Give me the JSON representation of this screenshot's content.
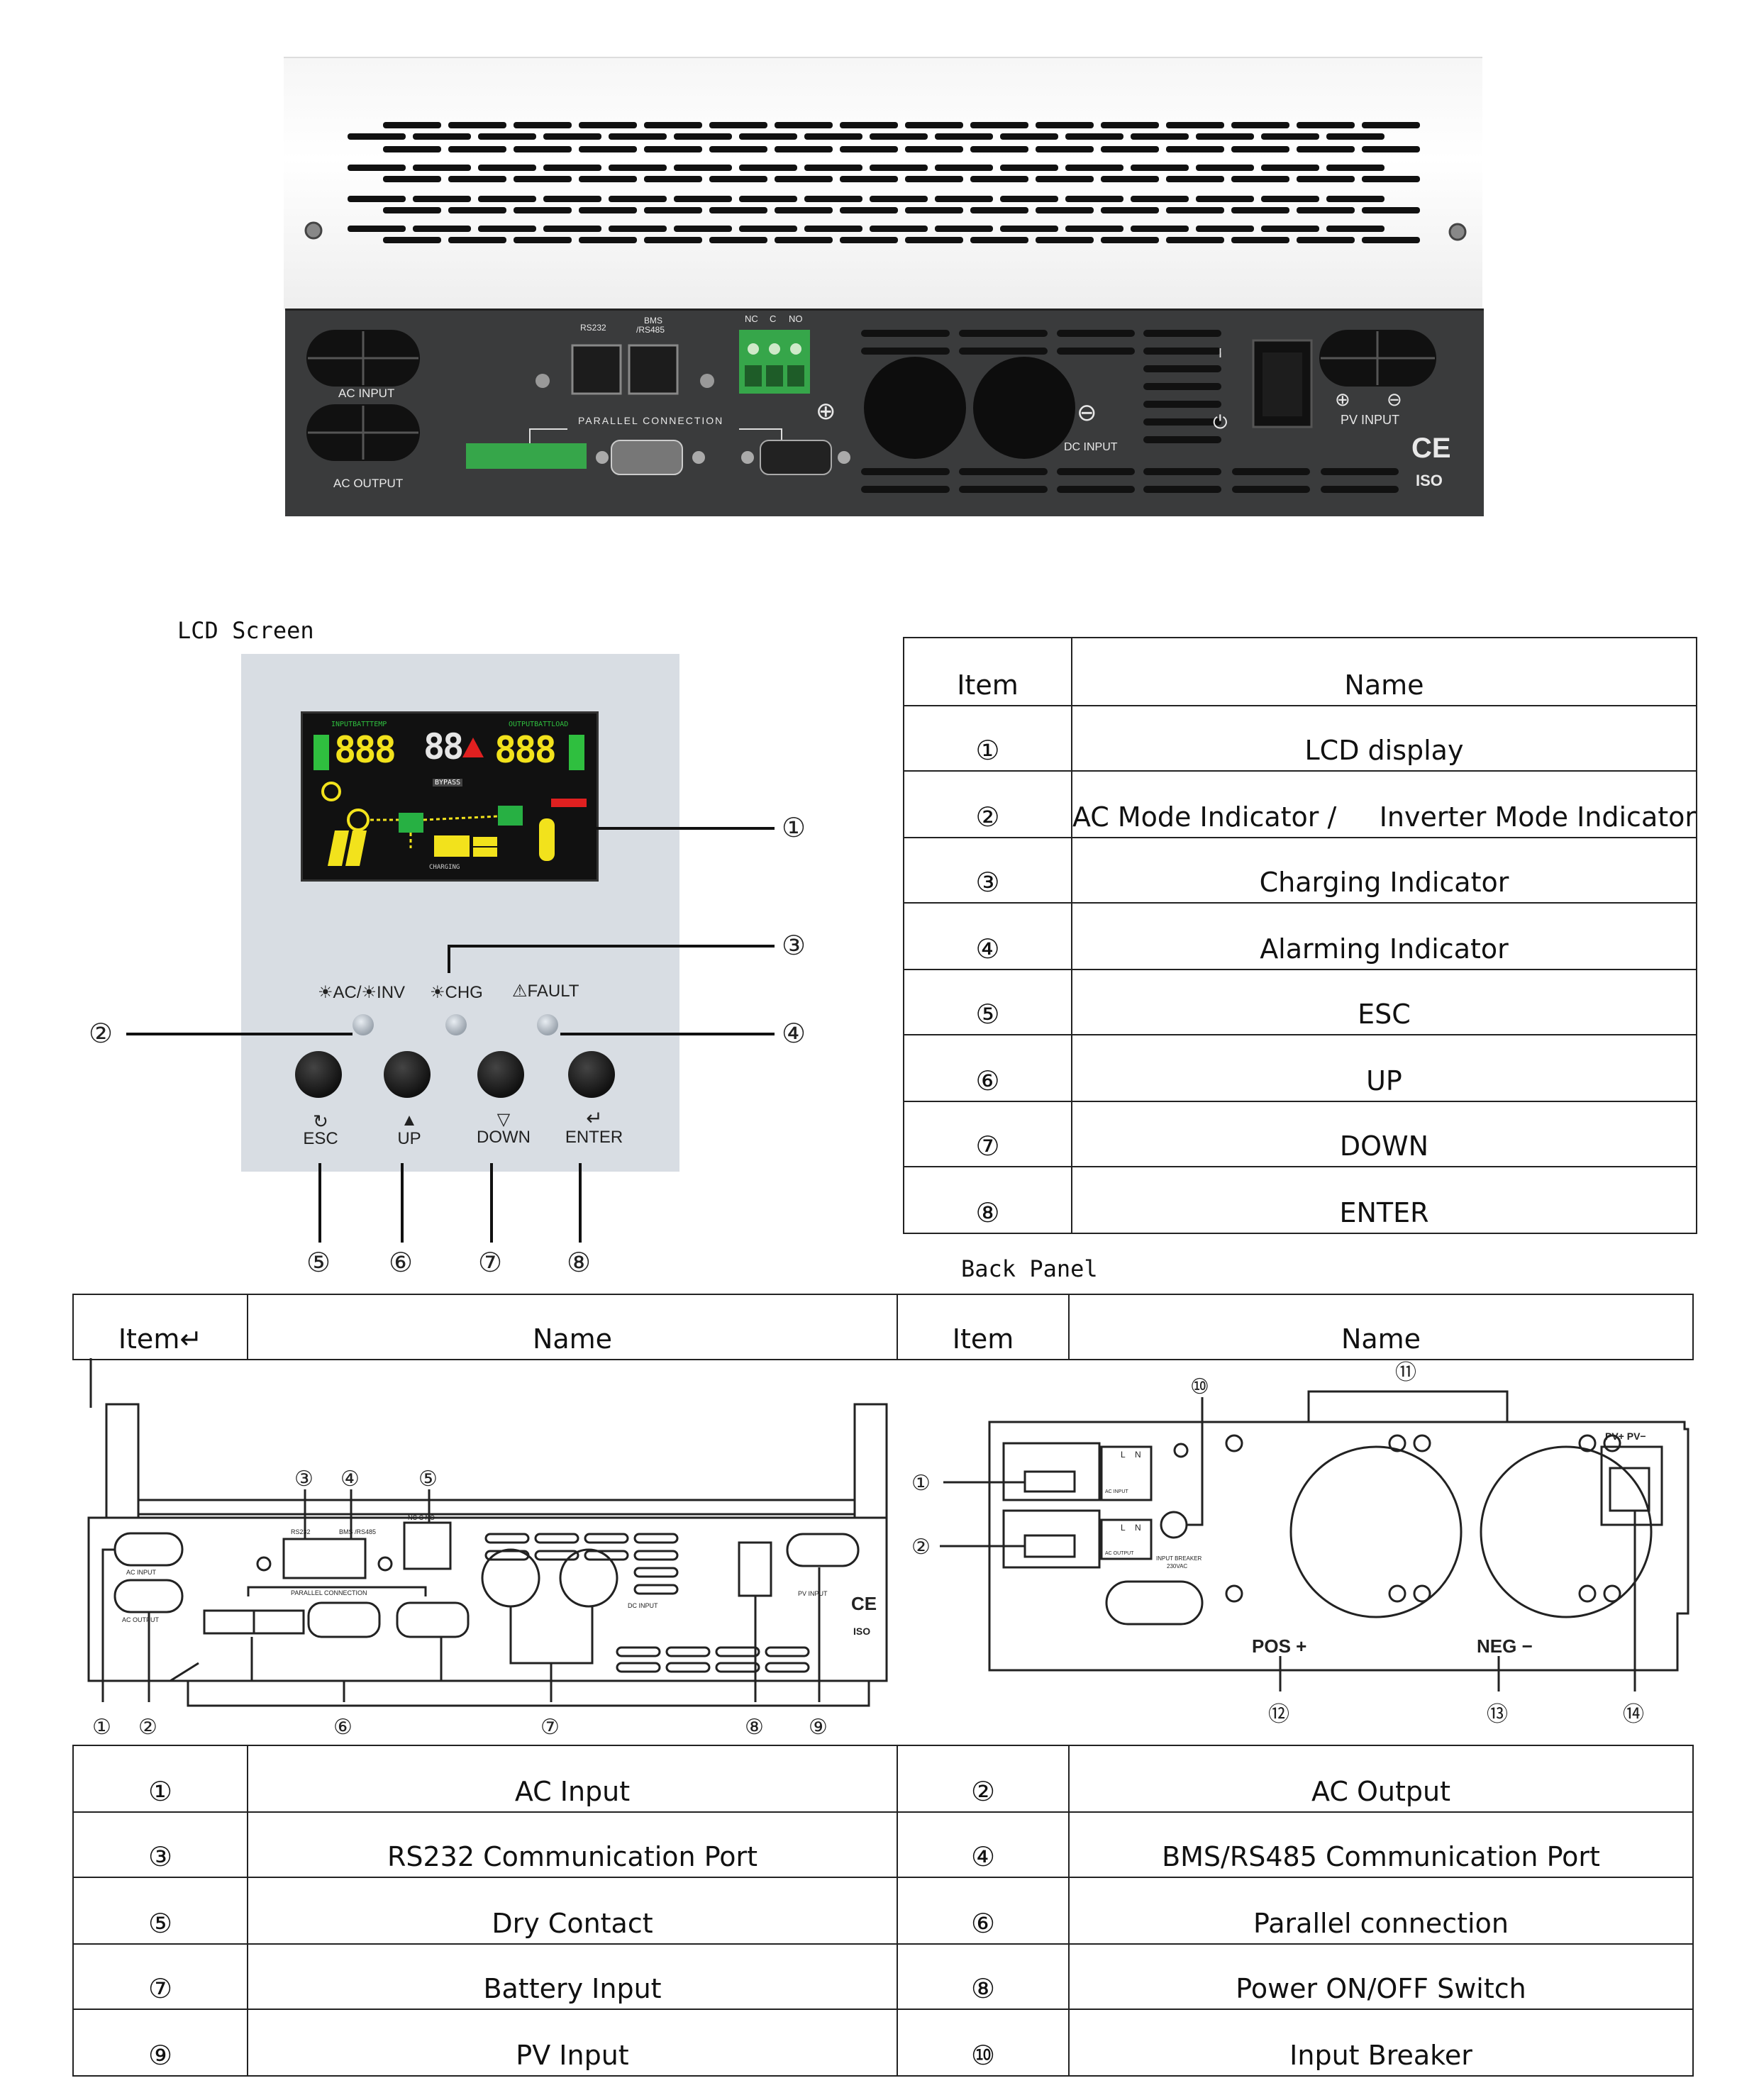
{
  "device": {
    "ac_input": "AC INPUT",
    "ac_output": "AC OUTPUT",
    "rs232": "RS232",
    "bms_line1": "BMS",
    "bms_line2": "/RS485",
    "nc": "NC",
    "c": "C",
    "no": "NO",
    "parallel": "PARALLEL CONNECTION",
    "dc_input": "DC INPUT",
    "pv_input": "PV INPUT",
    "plus": "⊕",
    "minus": "⊖",
    "on_mark": "I",
    "power_icon": "⏻",
    "ce": "CE",
    "iso": "ISO"
  },
  "lcd_panel": {
    "caption": "LCD Screen",
    "ind_ac_inv": "☀AC/☀INV",
    "ind_chg": "☀CHG",
    "ind_fault": "⚠FAULT",
    "btn_esc_icon": "↻",
    "btn_esc": "ESC",
    "btn_up_icon": "▲",
    "btn_up": "UP",
    "btn_down_icon": "▽",
    "btn_down": "DOWN",
    "btn_enter_icon": "↵",
    "btn_enter": "ENTER",
    "lcd_digits_left": "888",
    "lcd_digits_mid": "88",
    "lcd_digits_right": "888",
    "lcd_small_labels": [
      "INPUTBATTTEMP",
      "OUTPUTBATTLOAD",
      "BYPASS",
      "CHARGING"
    ],
    "callouts": [
      "①",
      "②",
      "③",
      "④",
      "⑤",
      "⑥",
      "⑦",
      "⑧"
    ]
  },
  "lcd_table": {
    "headers": [
      "Item",
      "Name"
    ],
    "rows": [
      [
        "①",
        "LCD display"
      ],
      [
        "②",
        "AC Mode Indicator /     Inverter Mode Indicator"
      ],
      [
        "③",
        "Charging Indicator"
      ],
      [
        "④",
        "Alarming Indicator"
      ],
      [
        "⑤",
        "ESC"
      ],
      [
        "⑥",
        "UP"
      ],
      [
        "⑦",
        "DOWN"
      ],
      [
        "⑧",
        "ENTER"
      ]
    ]
  },
  "back_panel": {
    "caption": "Back Panel",
    "headers": [
      "Item↵",
      "Name",
      "Item",
      "Name"
    ],
    "drawing_labels": {
      "rs232": "RS232",
      "bms": "BMS /RS485",
      "ncno": "NC C NO",
      "ac_input": "AC INPUT",
      "ac_output": "AC OUTPUT",
      "parallel": "PARALLEL CONNECTION",
      "dc_input": "DC INPUT",
      "pv_input": "PV INPUT",
      "ce": "CE",
      "iso": "ISO",
      "pos": "POS +",
      "neg": "NEG −",
      "pv_pm": "PV+ PV−",
      "input_breaker": "INPUT BREAKER",
      "breaker_rating": "230VAC",
      "term_l": "L",
      "term_n": "N",
      "term_ac_input": "AC INPUT",
      "term_ac_output": "AC OUTPUT"
    },
    "left_callouts": [
      "①",
      "②",
      "③",
      "④",
      "⑤",
      "⑥",
      "⑦",
      "⑧",
      "⑨"
    ],
    "right_callouts": [
      "①",
      "②",
      "⑩",
      "⑪",
      "⑫",
      "⑬",
      "⑭"
    ],
    "rows": [
      [
        "①",
        "AC Input",
        "②",
        "AC Output"
      ],
      [
        "③",
        "RS232 Communication Port",
        "④",
        "BMS/RS485 Communication Port"
      ],
      [
        "⑤",
        "Dry Contact",
        "⑥",
        "Parallel connection"
      ],
      [
        "⑦",
        "Battery Input",
        "⑧",
        "Power ON/OFF Switch"
      ],
      [
        "⑨",
        "PV Input",
        "⑩",
        "Input Breaker"
      ]
    ]
  }
}
